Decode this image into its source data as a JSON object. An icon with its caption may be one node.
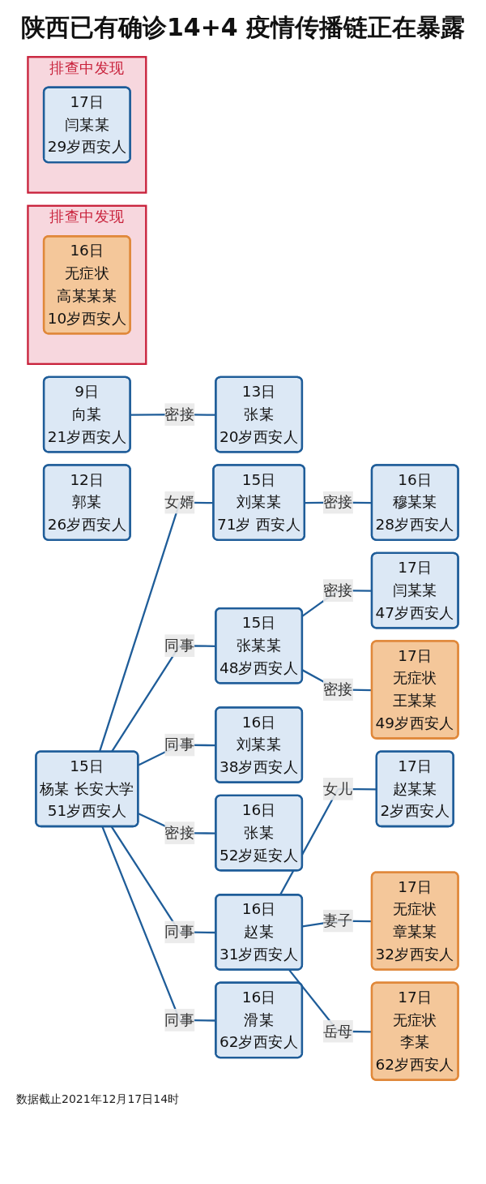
{
  "diagram": {
    "title": "陕西已有确诊14+4 疫情传播链正在暴露",
    "nodes": [
      {
        "text": [
          "9日",
          "向某",
          "21岁西安人"
        ]
      },
      {
        "text": [
          "13日",
          "张某",
          "20岁西安人"
        ]
      },
      {
        "text": [
          "12日",
          "郭某",
          "26岁西安人"
        ]
      },
      {
        "text": [
          "15日",
          "刘某某",
          "71岁 西安人"
        ]
      },
      {
        "text": [
          "15日",
          "杨某 长安大学",
          "51岁西安人"
        ]
      },
      {
        "text": [
          "15日",
          "张某某",
          "48岁西安人"
        ]
      },
      {
        "text": [
          "16日",
          "刘某某",
          "38岁西安人"
        ]
      },
      {
        "text": [
          "16日",
          "张某",
          "52岁延安人"
        ]
      },
      {
        "text": [
          "16日",
          "赵某",
          "31岁西安人"
        ]
      },
      {
        "text": [
          "16日",
          "滑某",
          "62岁西安人"
        ]
      },
      {
        "text": [
          "排查中发现"
        ]
      },
      {
        "text": [
          "16日",
          "无症状",
          "高某某某",
          "10岁西安人"
        ],
        "in": 10
      },
      {
        "text": [
          "16日",
          "穆某某",
          "28岁西安人"
        ]
      },
      {
        "text": [
          "17日",
          "赵某某",
          "2岁西安人"
        ]
      },
      {
        "text": [
          "17日",
          "无症状",
          "章某某",
          "32岁西安人"
        ]
      },
      {
        "text": [
          "17日",
          "无症状",
          "李某",
          "62岁西安人"
        ]
      },
      {
        "text": [
          "排查中发现"
        ]
      },
      {
        "text": [
          "17日",
          "闫某某",
          "29岁西安人"
        ],
        "in": 16
      },
      {
        "text": [
          "17日",
          "闫某某",
          "47岁西安人"
        ]
      },
      {
        "text": [
          "17日",
          "无症状",
          "王某某",
          "49岁西安人"
        ]
      }
    ],
    "edges": [
      {
        "from": 0,
        "to": 1,
        "arrow": "none",
        "label": "密接"
      },
      {
        "from": 4,
        "to": 3,
        "arrow": "none",
        "label": "女婿"
      },
      {
        "from": 4,
        "to": 5,
        "arrow": "none",
        "label": "同事"
      },
      {
        "from": 4,
        "to": 6,
        "arrow": "none",
        "label": "同事"
      },
      {
        "from": 4,
        "to": 7,
        "arrow": "none",
        "label": "密接"
      },
      {
        "from": 4,
        "to": 8,
        "arrow": "none",
        "label": "同事"
      },
      {
        "from": 4,
        "to": 9,
        "arrow": "none",
        "label": "同事"
      },
      {
        "from": 3,
        "to": 12,
        "arrow": "none",
        "label": "密接"
      },
      {
        "from": 8,
        "to": 13,
        "arrow": "none",
        "label": "女儿"
      },
      {
        "from": 8,
        "to": 14,
        "arrow": "none",
        "label": "妻子"
      },
      {
        "from": 8,
        "to": 15,
        "arrow": "none",
        "label": "岳母"
      },
      {
        "from": 5,
        "to": 18,
        "arrow": "none",
        "label": "密接"
      },
      {
        "from": 5,
        "to": 19,
        "arrow": "none",
        "label": "密接"
      }
    ],
    "labels": [
      "数据截止2021年12月17日14时"
    ]
  }
}
